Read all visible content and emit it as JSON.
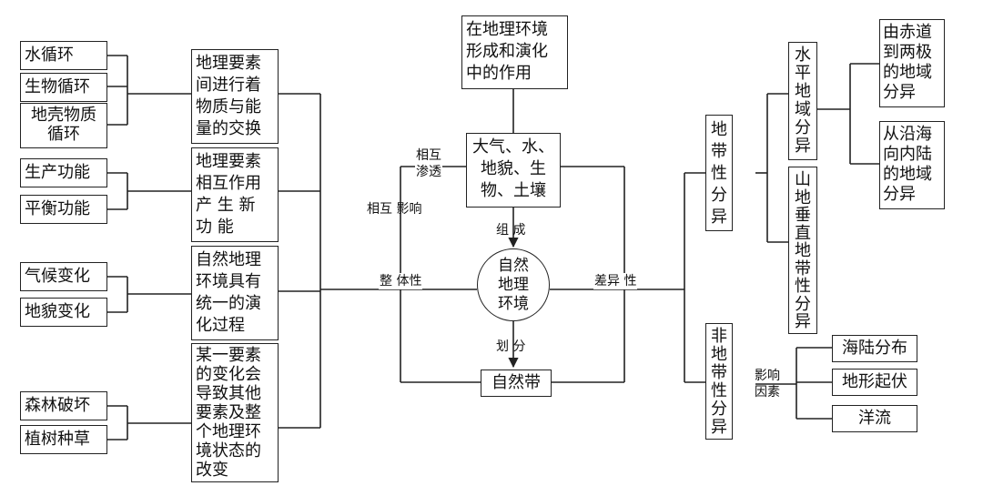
{
  "left_items": {
    "water_cycle": "水循环",
    "bio_cycle": "生物循环",
    "crust_cycle": "地壳物质\n循环",
    "production": "生产功能",
    "balance": "平衡功能",
    "climate_change": "气候变化",
    "landform_change": "地貌变化",
    "deforestation": "森林破坏",
    "afforestation": "植树种草"
  },
  "middle_items": {
    "exchange": "地理要素\n间进行着\n物质与能\n量的交换",
    "new_function": "地理要素\n相互作用\n产 生 新\n功 能",
    "evolution": "自然地理\n环境具有\n统一的演\n化过程",
    "change": "某一要素\n的变化会\n导致其他\n要素及整\n个地理环\n境状态的\n改变"
  },
  "center": {
    "role": "在地理环境\n形成和演化\n中的作用",
    "elements": "大气、水、\n地貌、生\n物、土壤",
    "circle": "自然\n地理\n环境",
    "natural_zone": "自然带"
  },
  "labels": {
    "penetrate": "相互\n渗透",
    "influence": "相互 影响",
    "compose": "组  成",
    "divide": "划  分",
    "integrity": "整  体性",
    "difference": "差异  性",
    "factors": "影响\n因素"
  },
  "right_items": {
    "zonal": "地\n带\n性\n分\n异",
    "nonzonal": "非\n地\n带\n性\n分\n异",
    "horizontal": "水\n平\n地\n域\n分\n异",
    "vertical": "山\n地\n垂\n直\n地\n带\n性\n分\n异",
    "equator_pole": "由赤道\n到两极\n的地域\n分异",
    "coast_inland": "从沿海\n向内陆\n的地域\n分异",
    "land_sea": "海陆分布",
    "terrain": "地形起伏",
    "ocean_current": "洋流"
  }
}
